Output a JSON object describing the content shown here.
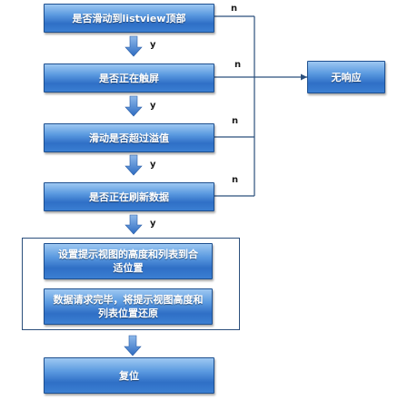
{
  "nodes": {
    "top": "是否滑动到listview顶部",
    "touch": "是否正在触屏",
    "threshold": "滑动是否超过溢值",
    "refreshing": "是否正在刷新数据",
    "set_position": "设置提示视图的高度和列表到合适位置",
    "restore": "数据请求完毕，将提示视图高度和列表位置还原",
    "reset": "复位",
    "no_response": "无响应"
  },
  "labels": {
    "yes": "y",
    "no": "n"
  },
  "colors": {
    "box_top": "#9ec8f2",
    "box_bottom": "#2f6fc6",
    "arrow": "#3a78c9",
    "line": "#2b4f7c"
  }
}
